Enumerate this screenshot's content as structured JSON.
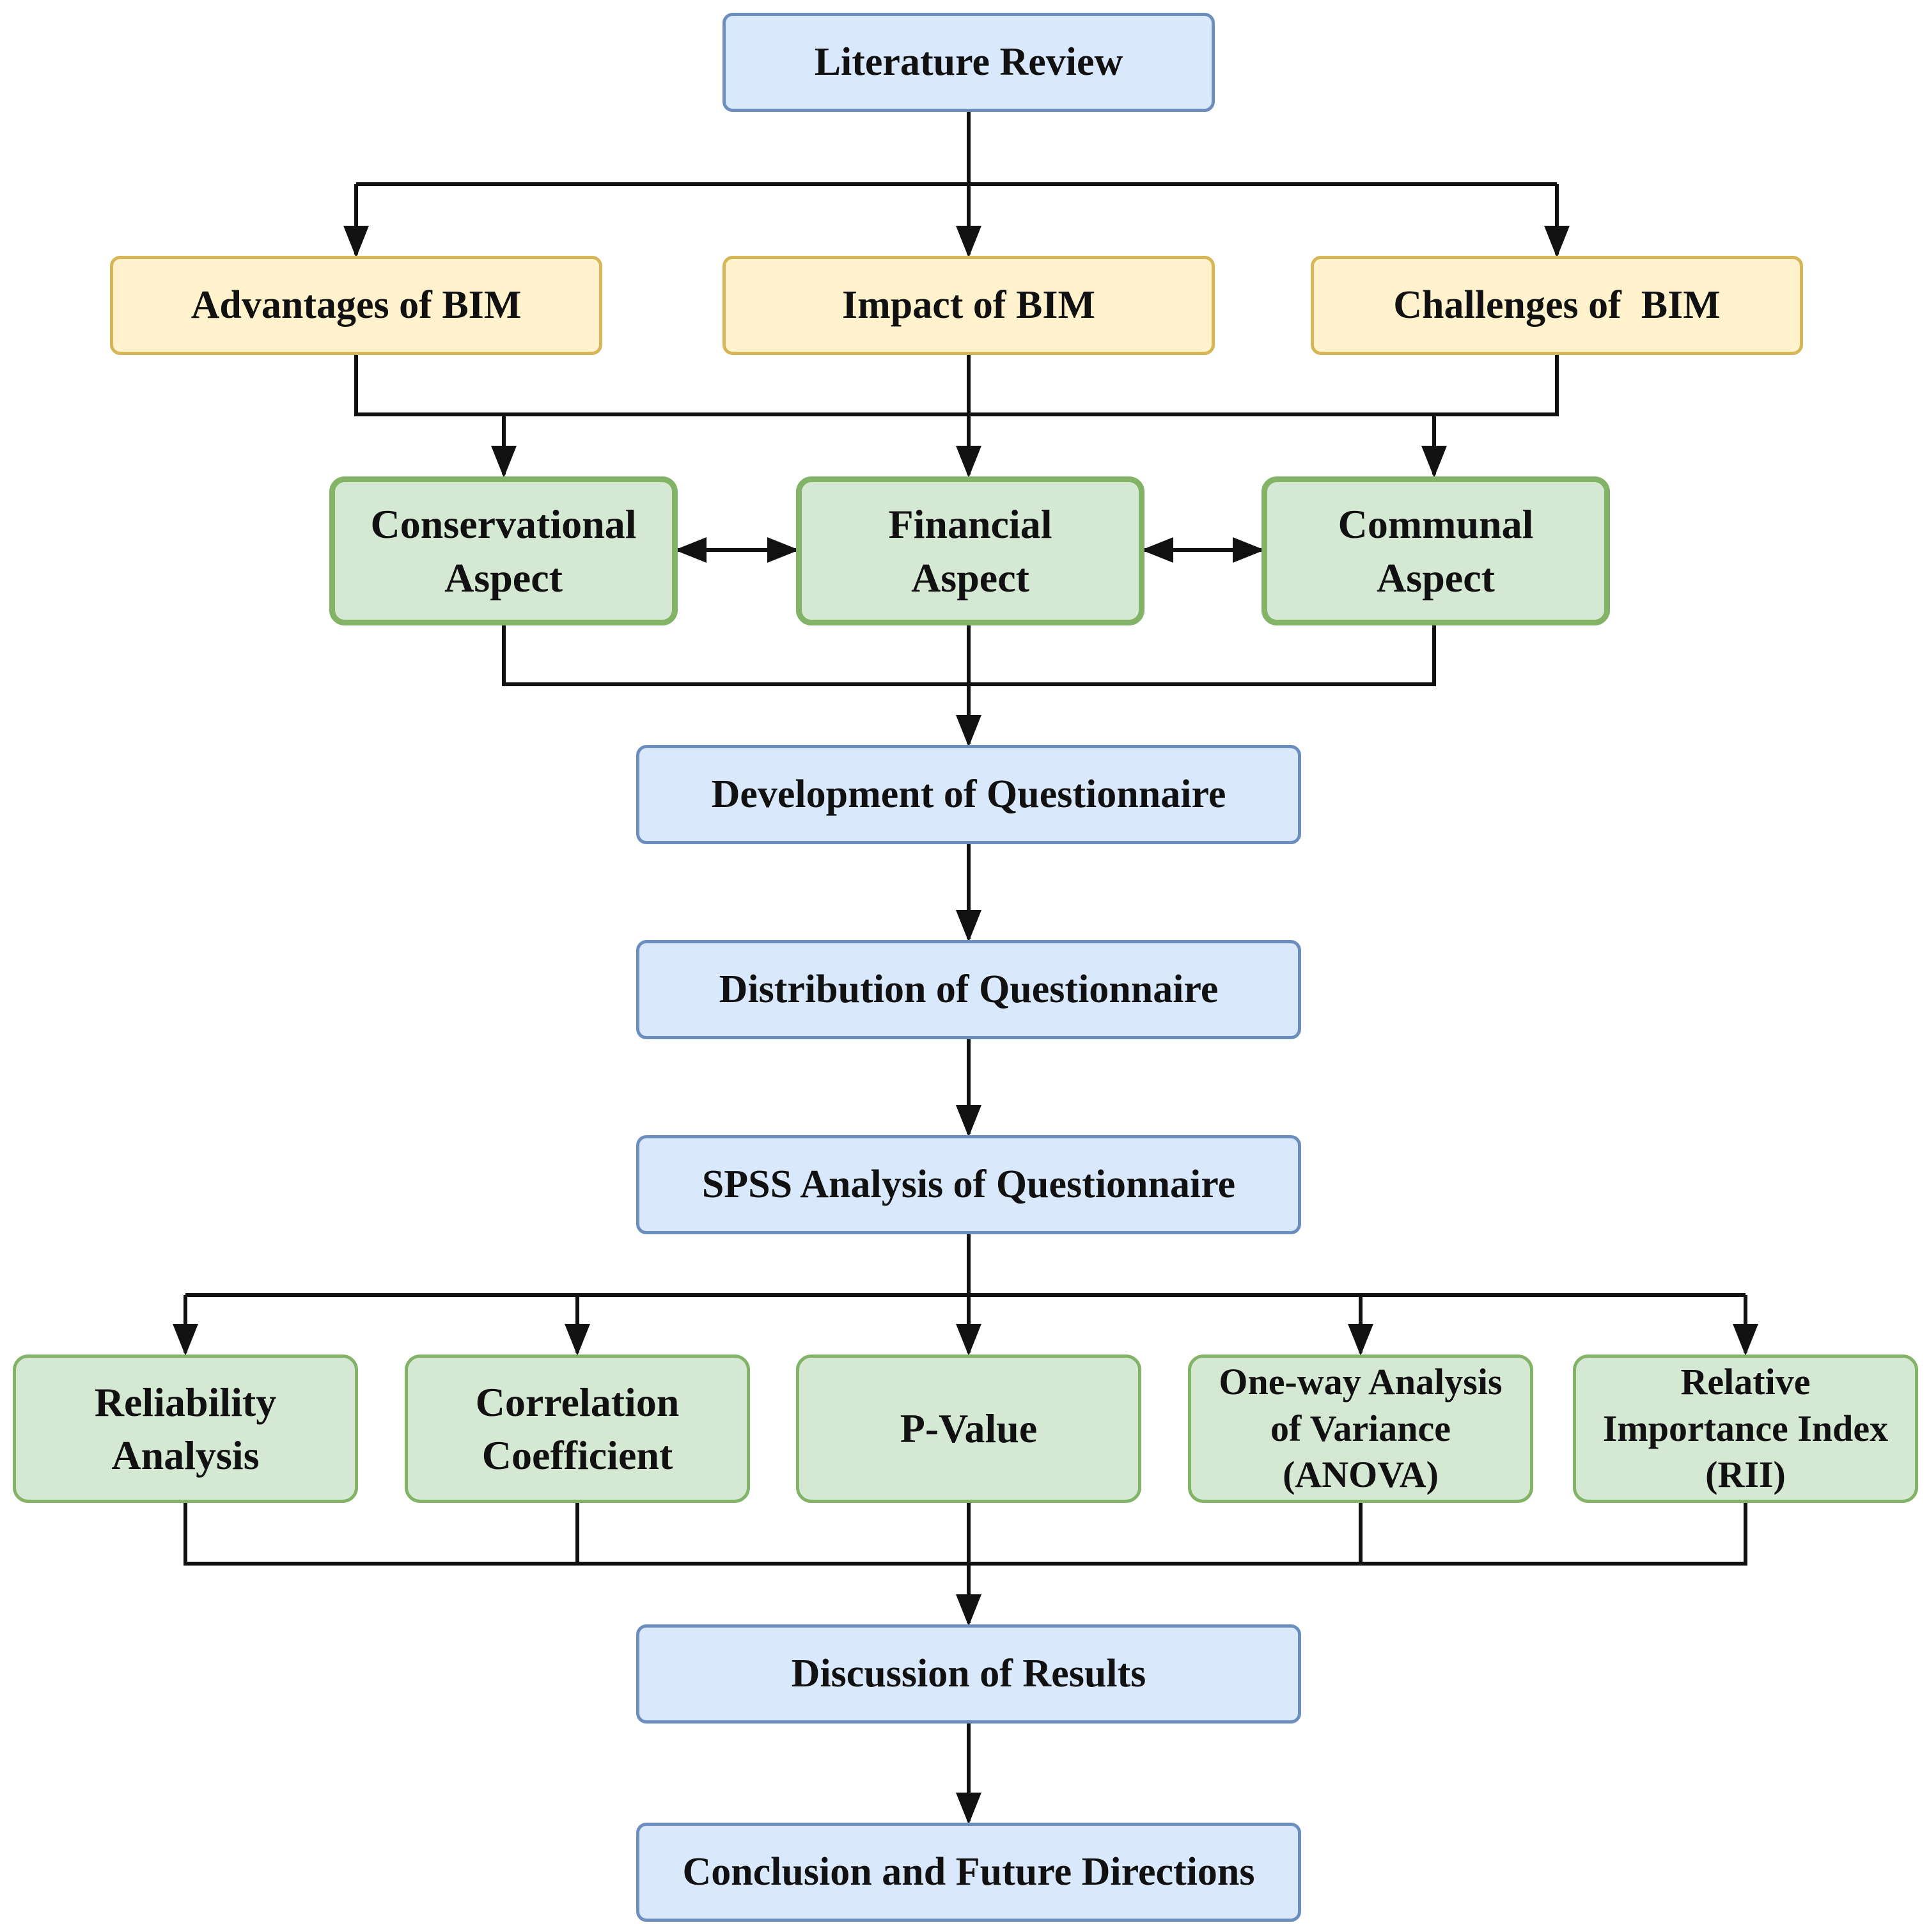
{
  "diagram": {
    "literature_review": "Literature Review",
    "topics": {
      "advantages": "Advantages of BIM",
      "impact": "Impact of BIM",
      "challenges": "Challenges of  BIM"
    },
    "aspects": {
      "conservational": [
        "Conservational",
        "Aspect"
      ],
      "financial": [
        "Financial",
        "Aspect"
      ],
      "communal": [
        "Communal",
        "Aspect"
      ]
    },
    "development": "Development of Questionnaire",
    "distribution": "Distribution of Questionnaire",
    "spss": "SPSS Analysis of Questionnaire",
    "analyses": {
      "reliability": [
        "Reliability",
        "Analysis"
      ],
      "correlation": [
        "Correlation",
        "Coefficient"
      ],
      "pvalue": "P-Value",
      "anova": [
        "One-way Analysis",
        "of Variance",
        "(ANOVA)"
      ],
      "rii": [
        "Relative",
        "Importance Index",
        "(RII)"
      ]
    },
    "discussion": "Discussion of Results",
    "conclusion": "Conclusion and Future Directions"
  }
}
